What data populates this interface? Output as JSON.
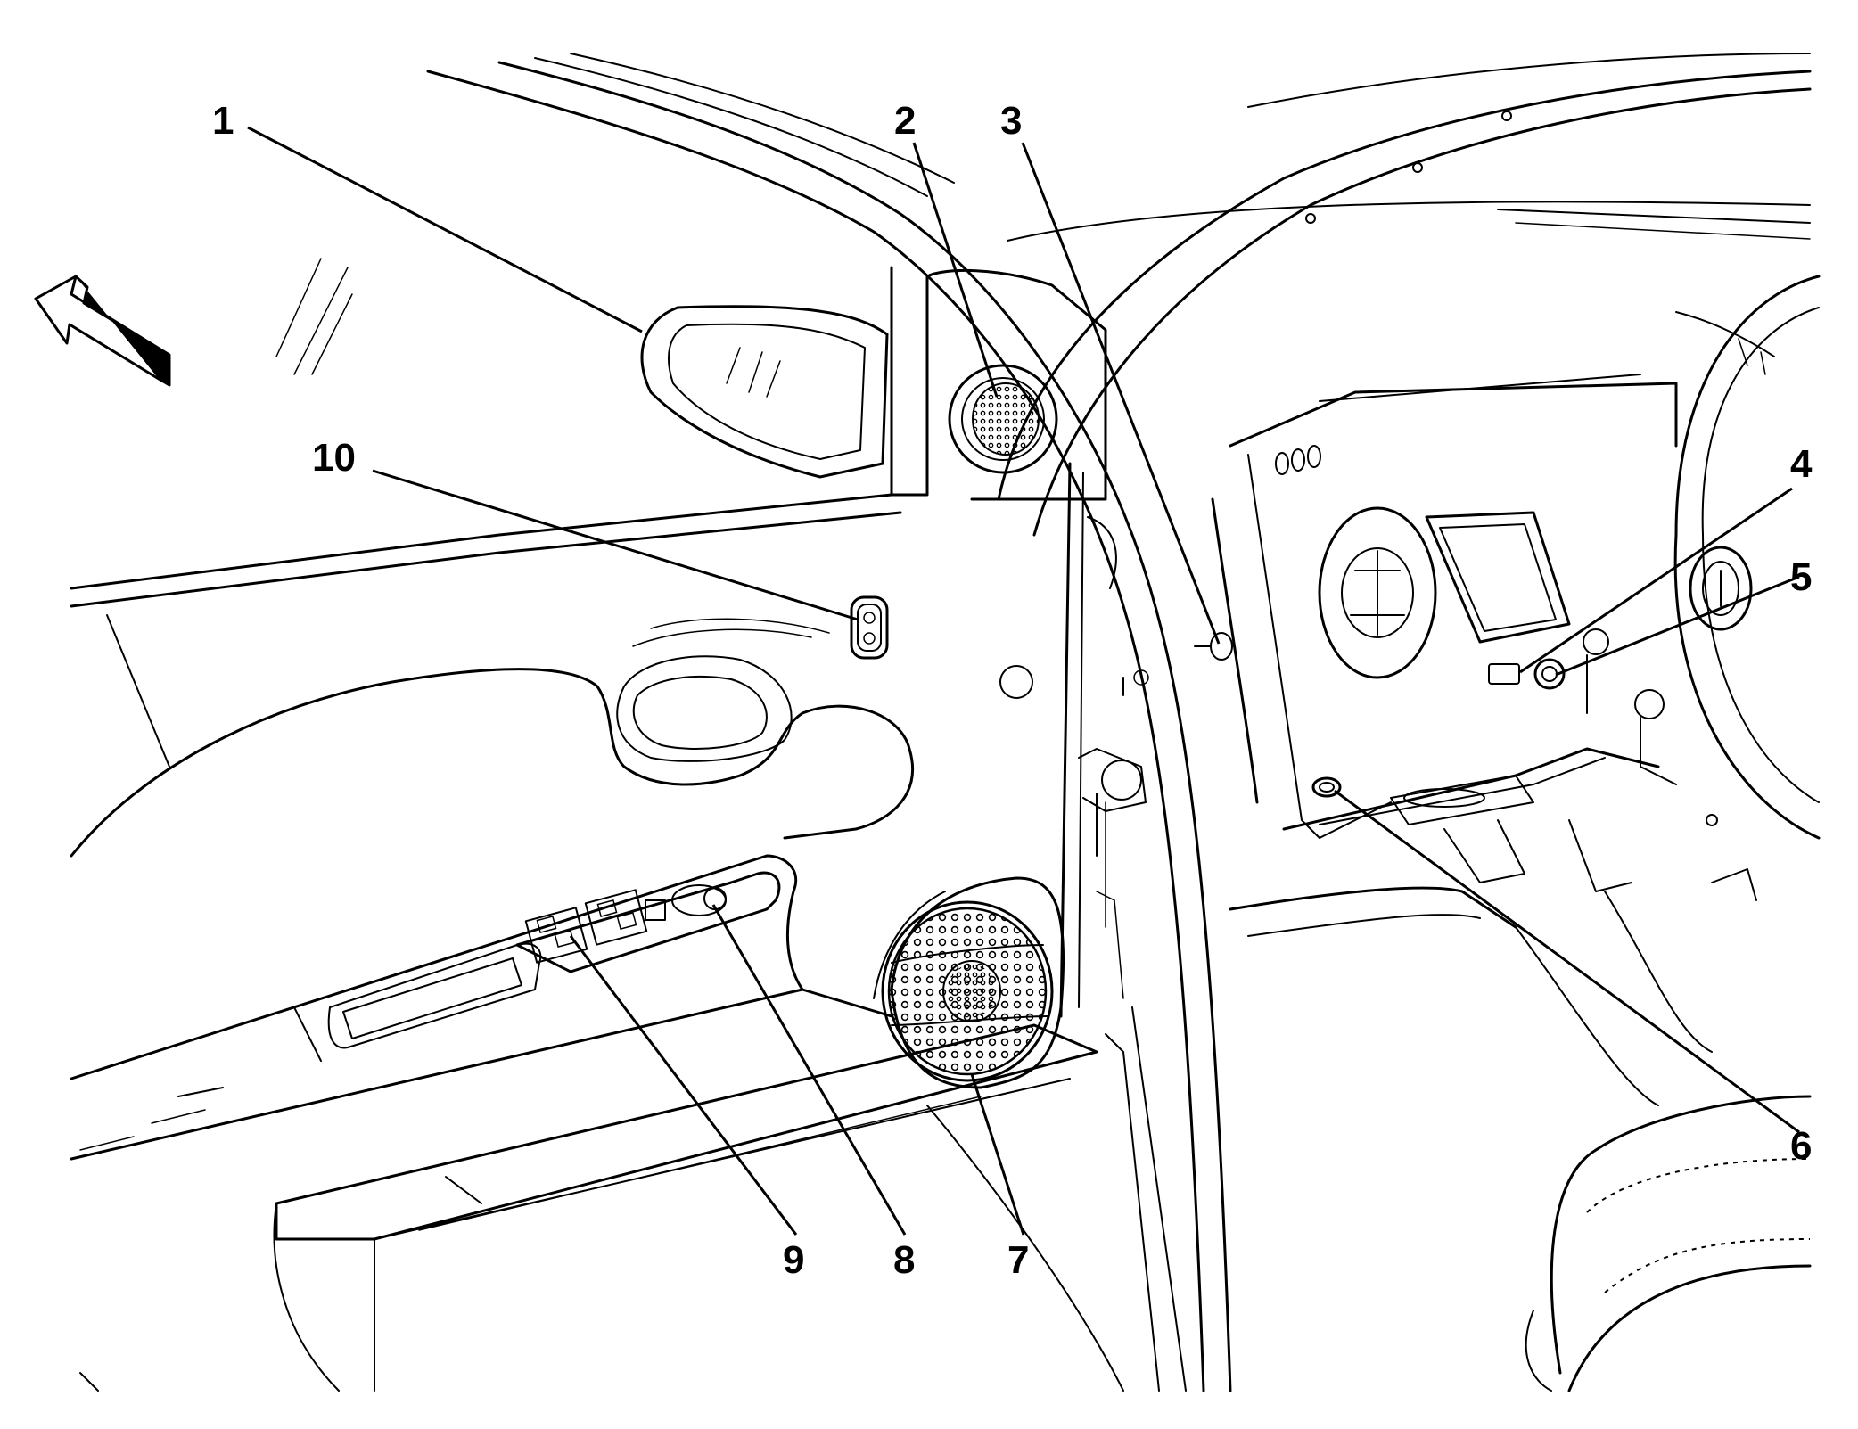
{
  "callouts": [
    {
      "id": "1",
      "label": "1"
    },
    {
      "id": "2",
      "label": "2"
    },
    {
      "id": "3",
      "label": "3"
    },
    {
      "id": "4",
      "label": "4"
    },
    {
      "id": "5",
      "label": "5"
    },
    {
      "id": "6",
      "label": "6"
    },
    {
      "id": "7",
      "label": "7"
    },
    {
      "id": "8",
      "label": "8"
    },
    {
      "id": "9",
      "label": "9"
    },
    {
      "id": "10",
      "label": "10"
    }
  ],
  "icons": {
    "direction_arrow": "forward-arrow-icon",
    "speaker_grille": "speaker-grille-icon"
  },
  "colors": {
    "line": "#000000",
    "background": "#ffffff"
  }
}
